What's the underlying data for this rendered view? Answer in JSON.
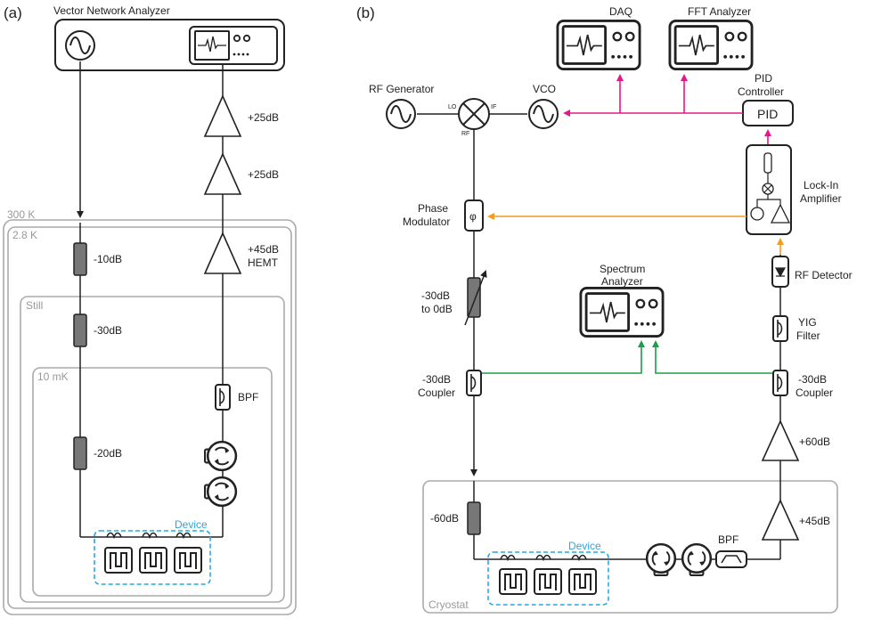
{
  "panel_a": {
    "tag": "(a)",
    "vna_label": "Vector Network Analyzer",
    "stage_300k": "300 K",
    "stage_2_8k": "2.8 K",
    "stage_still": "Still",
    "stage_10mk": "10 mK",
    "att1": "-10dB",
    "att2": "-30dB",
    "att3": "-20dB",
    "amp1": "+25dB",
    "amp2": "+25dB",
    "amp3_line1": "+45dB",
    "amp3_line2": "HEMT",
    "bpf": "BPF",
    "device": "Device"
  },
  "panel_b": {
    "tag": "(b)",
    "daq": "DAQ",
    "fft": "FFT Analyzer",
    "rf_gen": "RF Generator",
    "vco": "VCO",
    "pid_line1": "PID",
    "pid_line2": "Controller",
    "pid_box": "PID",
    "mixer_lo": "LO",
    "mixer_if": "IF",
    "mixer_rf": "RF",
    "phase_line1": "Phase",
    "phase_line2": "Modulator",
    "phase_symbol": "φ",
    "lockin_line1": "Lock-In",
    "lockin_line2": "Amplifier",
    "rf_detector": "RF Detector",
    "yig_line1": "YIG",
    "yig_line2": "Filter",
    "spectrum_line1": "Spectrum",
    "spectrum_line2": "Analyzer",
    "var_att_line1": "-30dB",
    "var_att_line2": "to 0dB",
    "coupler_left_line1": "-30dB",
    "coupler_left_line2": "Coupler",
    "coupler_right_line1": "-30dB",
    "coupler_right_line2": "Coupler",
    "amp_60": "+60dB",
    "amp_45": "+45dB",
    "att_60": "-60dB",
    "bpf": "BPF",
    "device": "Device",
    "cryostat": "Cryostat"
  },
  "colors": {
    "control_loop": "#e0198a",
    "feedback": "#f39c1f",
    "monitor": "#1a9e47",
    "device_outline": "#29a8e0",
    "stage_outline": "#aaaaaa"
  }
}
